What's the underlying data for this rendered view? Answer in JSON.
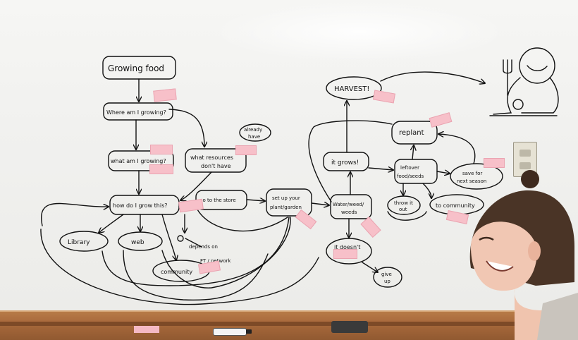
{
  "whiteboard": {
    "nodes": {
      "growing_food": "Growing food",
      "where_am_i_growing": "Where am I growing?",
      "what_am_i_growing": "what am I growing?",
      "what_resources": "what resources",
      "dont_have": "don't have",
      "already_have_1": "already",
      "already_have_2": "have",
      "how_do_i_grow": "how do I grow this?",
      "go_to_store": "go to the store",
      "set_up_your": "set up your",
      "plant_garden": "plant/garden",
      "water_weeds_1": "Water/weed/",
      "water_weeds_2": "weeds",
      "it_grows": "it grows!",
      "it_doesnt": "it doesn't",
      "give_up_1": "give",
      "give_up_2": "up",
      "harvest": "HARVEST!",
      "replant": "replant",
      "leftover_1": "leftover",
      "leftover_2": "food/seeds",
      "save_for_1": "save for",
      "save_for_2": "next season",
      "throw_it_1": "throw it",
      "throw_it_2": "out",
      "to_community": "to community",
      "library": "Library",
      "web": "web",
      "community": "community",
      "depends_1": "depends on",
      "depends_2": "FT / network"
    },
    "colors": {
      "board": "#f3f3f1",
      "ink": "#111111",
      "sticky_note": "#f7c0c9",
      "tray_wood": "#a96a3c"
    }
  }
}
